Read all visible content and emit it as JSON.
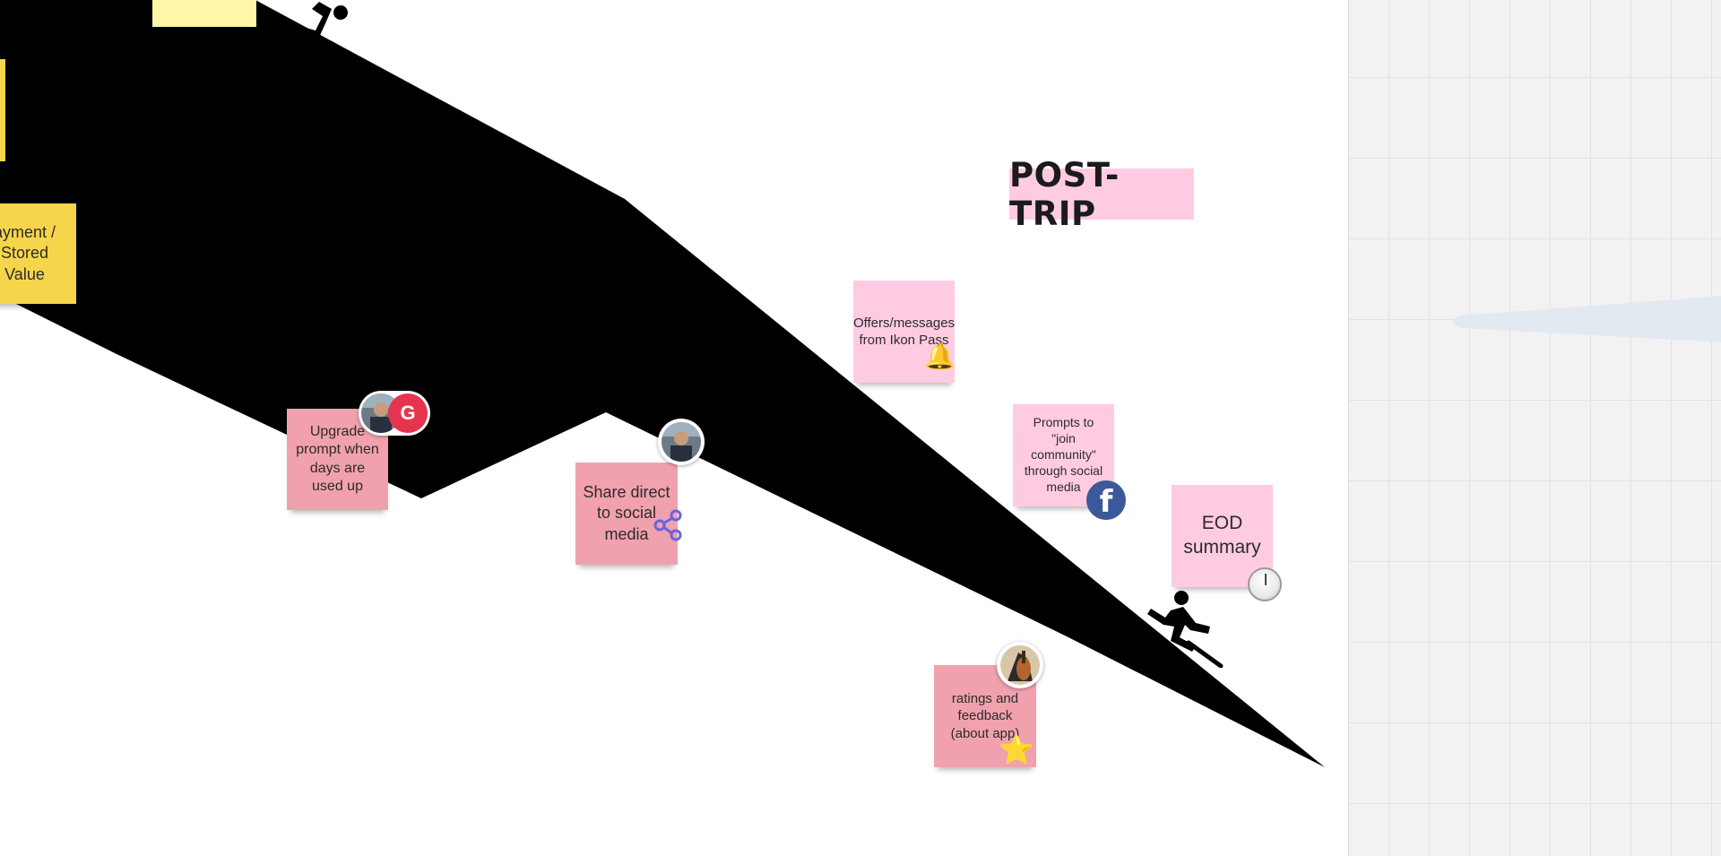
{
  "canvas": {
    "heading": "POST-TRIP"
  },
  "notes": {
    "payment": "ayment / Stored Value",
    "offers": "Offers/messages from Ikon Pass",
    "upgrade": "Upgrade prompt when days are used up",
    "share": "Share direct to social media",
    "prompts": "Prompts to \"join community\" through social media",
    "eod": "EOD summary",
    "ratings": "ratings and feedback (about app)"
  },
  "avatars": {
    "upgrade_letter": "G"
  },
  "icons": {
    "offers": "bell-icon",
    "share": "share-icon",
    "prompts": "facebook-icon",
    "eod": "clock-icon",
    "ratings": "star-icon",
    "skier_top": "skier-icon",
    "skier_bottom": "skier-icon"
  },
  "colors": {
    "note_pink_light": "#ffcbe3",
    "note_pink_dark": "#f1a1ae",
    "note_yellow": "#f7d54a",
    "mountain": "#000000"
  }
}
